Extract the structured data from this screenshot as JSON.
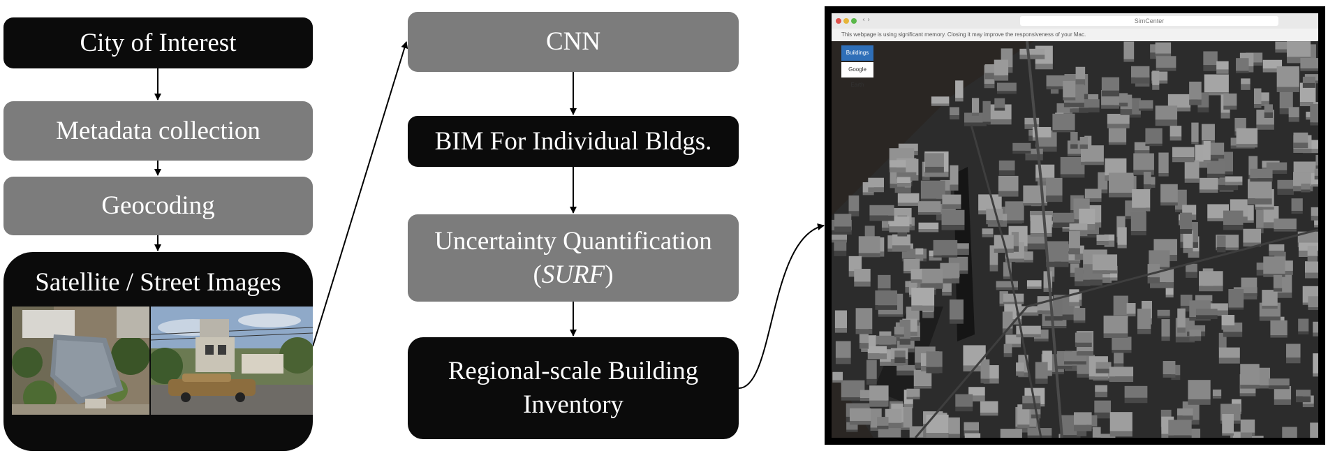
{
  "pipeline_left": {
    "step1": "City of Interest",
    "step2": "Metadata collection",
    "step3": "Geocoding",
    "step4": "Satellite / Street Images"
  },
  "pipeline_middle": {
    "step1": "CNN",
    "step2": "BIM For Individual Bldgs.",
    "step3_line1": "Uncertainty Quantification",
    "step3_open": "(",
    "step3_italic": "SURF",
    "step3_close": ")",
    "step4_line1": "Regional-scale Building",
    "step4_line2": "Inventory"
  },
  "screenshot": {
    "url": "SimCenter",
    "warning": "This webpage is using significant memory. Closing it may improve the responsiveness of your Mac.",
    "button_active": "Buildings",
    "button_inactive": "Google Earth"
  },
  "colors": {
    "dark_box": "#0b0b0b",
    "gray_box": "#7c7c7c",
    "map_water": "#2a2623",
    "building": "#8e8e8e"
  }
}
